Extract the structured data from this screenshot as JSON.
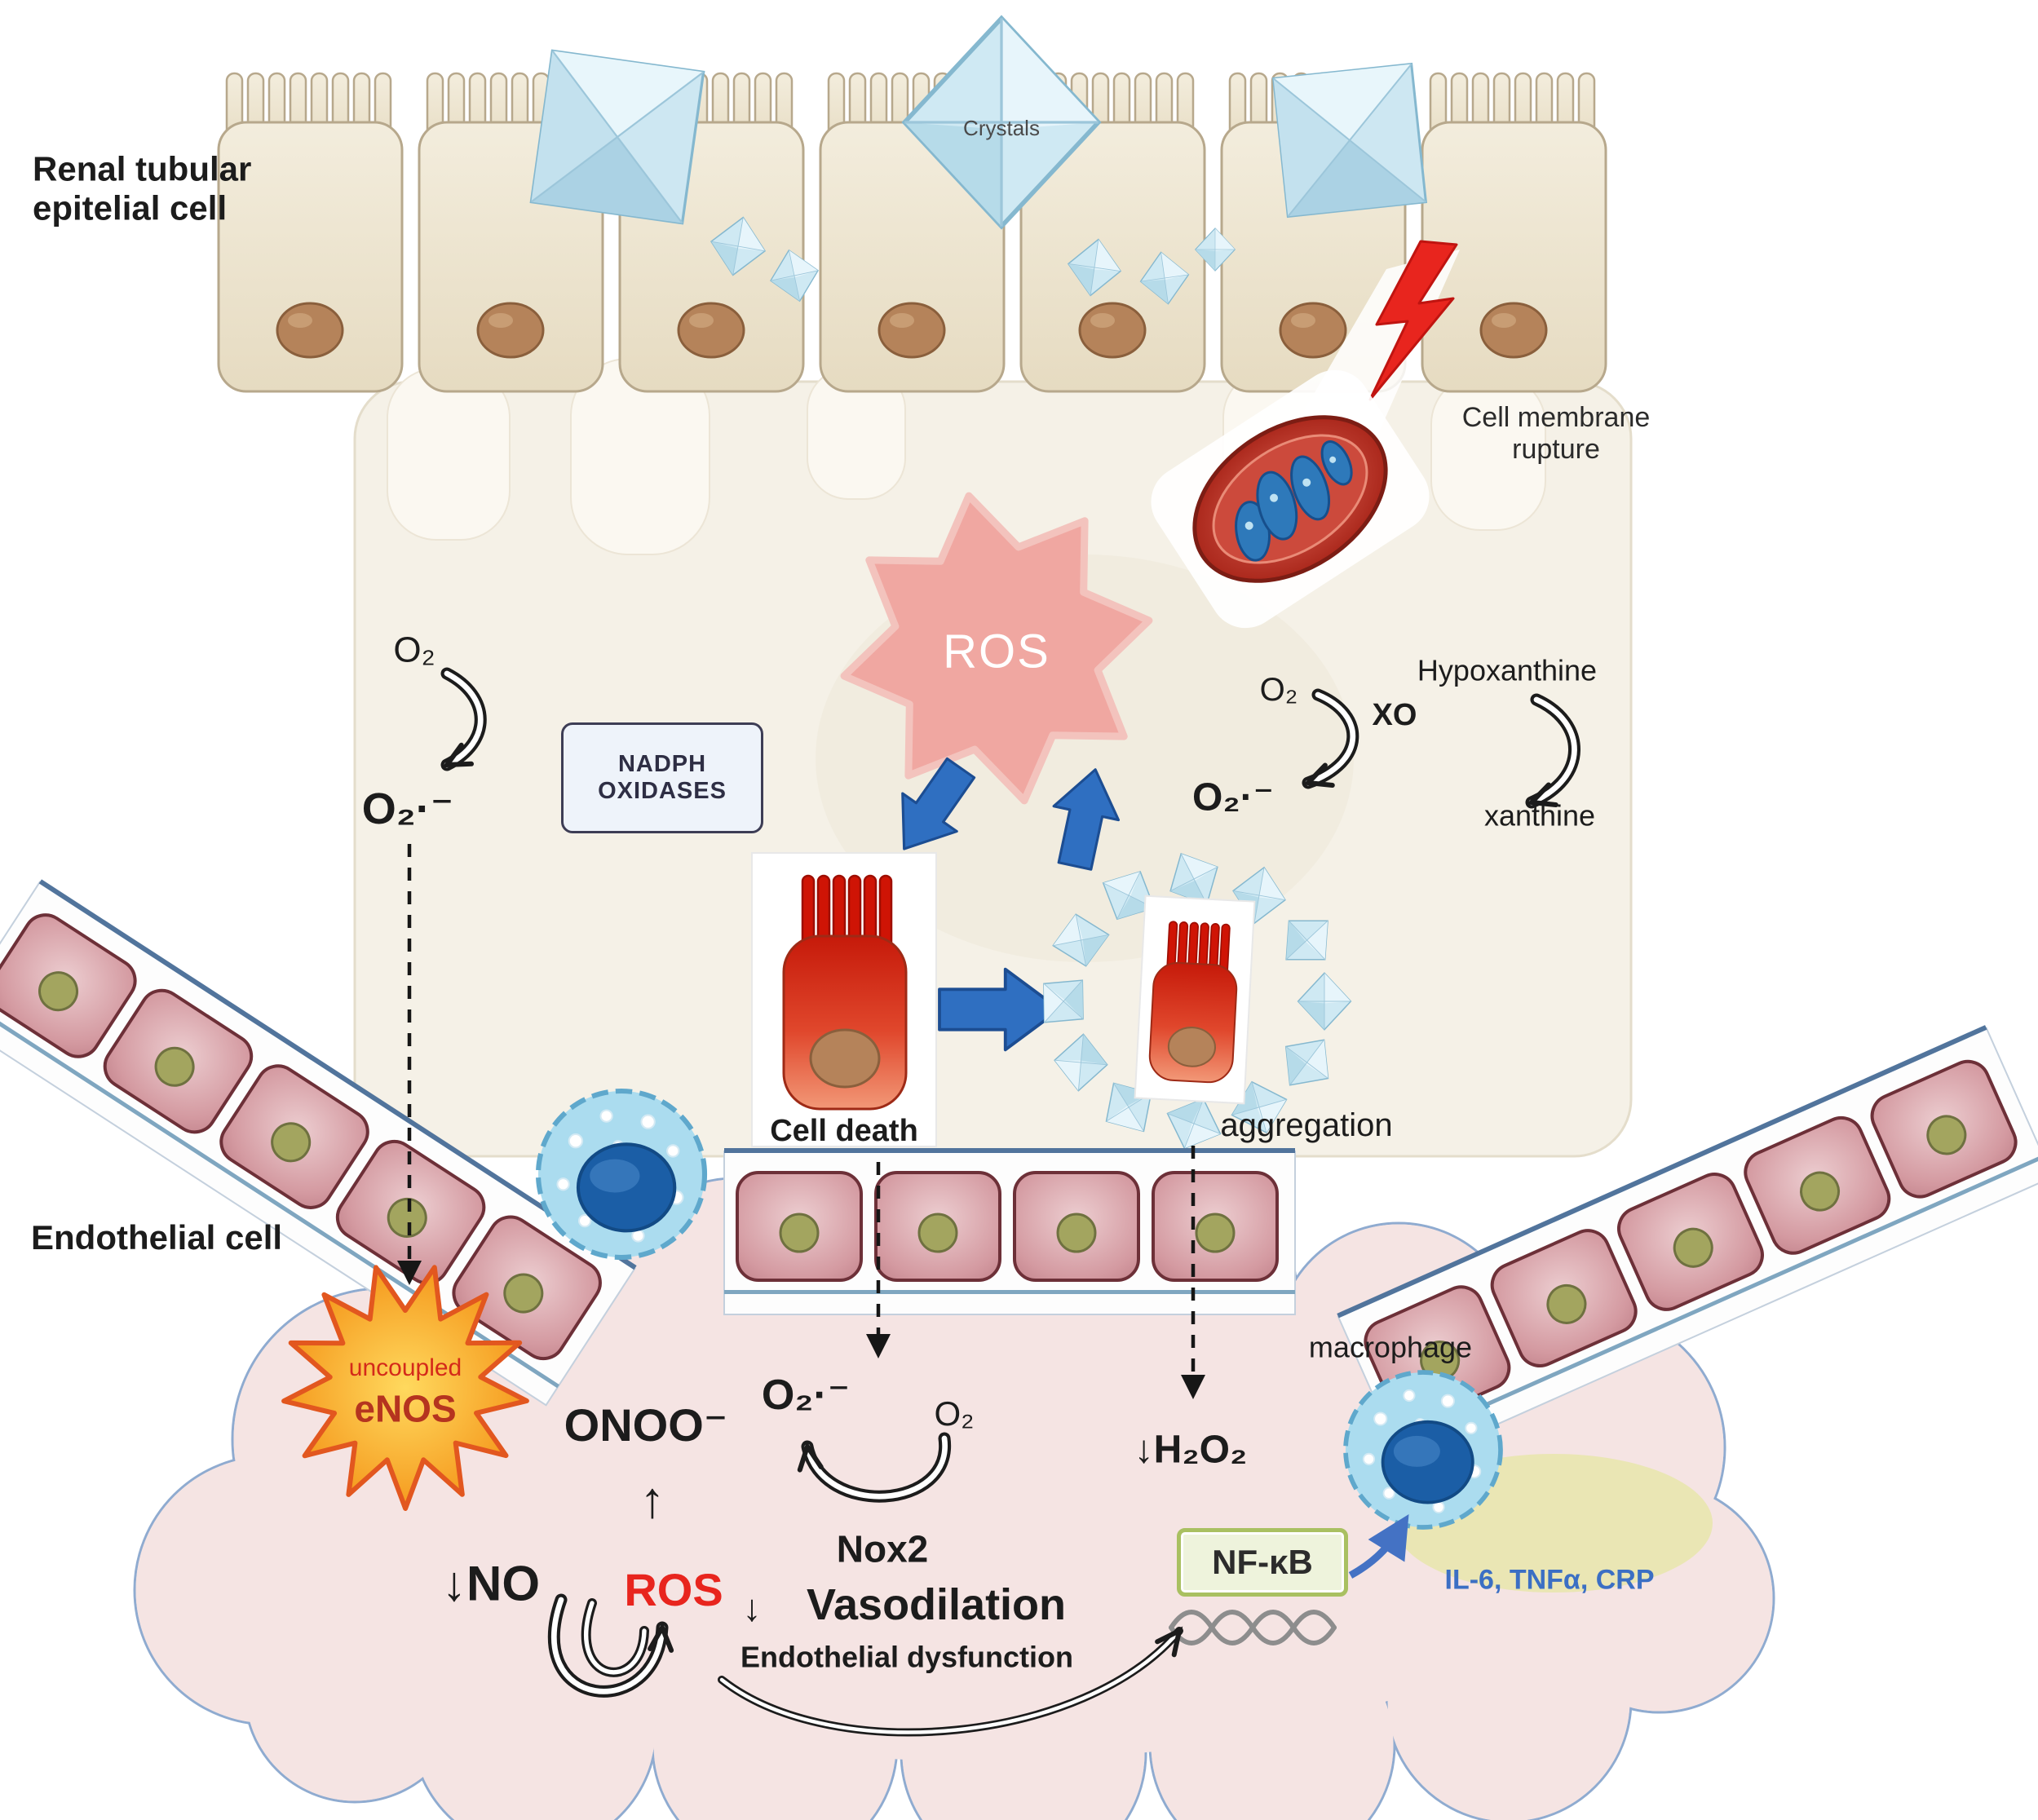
{
  "labels": {
    "renal_line1": "Renal tubular",
    "renal_line2": "epitelial cell",
    "crystals": "Crystals",
    "rupture_line1": "Cell membrane",
    "rupture_line2": "rupture",
    "ros_center": "ROS",
    "o2_left": "O₂",
    "o2_radical_left": "O₂·⁻",
    "nadph_line1": "NADPH",
    "nadph_line2": "OXIDASES",
    "o2_right": "O₂",
    "xo": "XO",
    "hypoxanthine": "Hypoxanthine",
    "xanthine": "xanthine",
    "o2_radical_right": "O₂·⁻",
    "cell_death": "Cell death",
    "aggregation": "aggregation",
    "endothelial": "Endothelial cell",
    "uncoupled": "uncoupled",
    "enos": "eNOS",
    "onoo": "ONOO⁻",
    "up_arrow": "↑",
    "no": "↓NO",
    "ros_red": "ROS",
    "o2_radical_bottom": "O₂·⁻",
    "o2_bottom": "O₂",
    "nox2": "Nox2",
    "down_arrow": "↓",
    "vasodilation": "Vasodilation",
    "endothelial_dysfunction": "Endothelial dysfunction",
    "h2o2": "↓H₂O₂",
    "nfkb": "NF-κB",
    "macrophage": "macrophage",
    "cytokines": "IL-6, TNFα, CRP"
  },
  "colors": {
    "ros_star": "#f0a7a1",
    "crystal_blue": "#cfe9f3",
    "epithelial_beige": "#efe8d6",
    "endothelial_pink": "#d49aa1",
    "cloud_pink": "#f5e4e3",
    "burst_orange": "#f7a829",
    "ros_text_red": "#e8251e",
    "cytokine_blue": "#3b6fc4",
    "arrow_blue": "#2f6fc1",
    "nfkb_green": "#a9c061"
  }
}
